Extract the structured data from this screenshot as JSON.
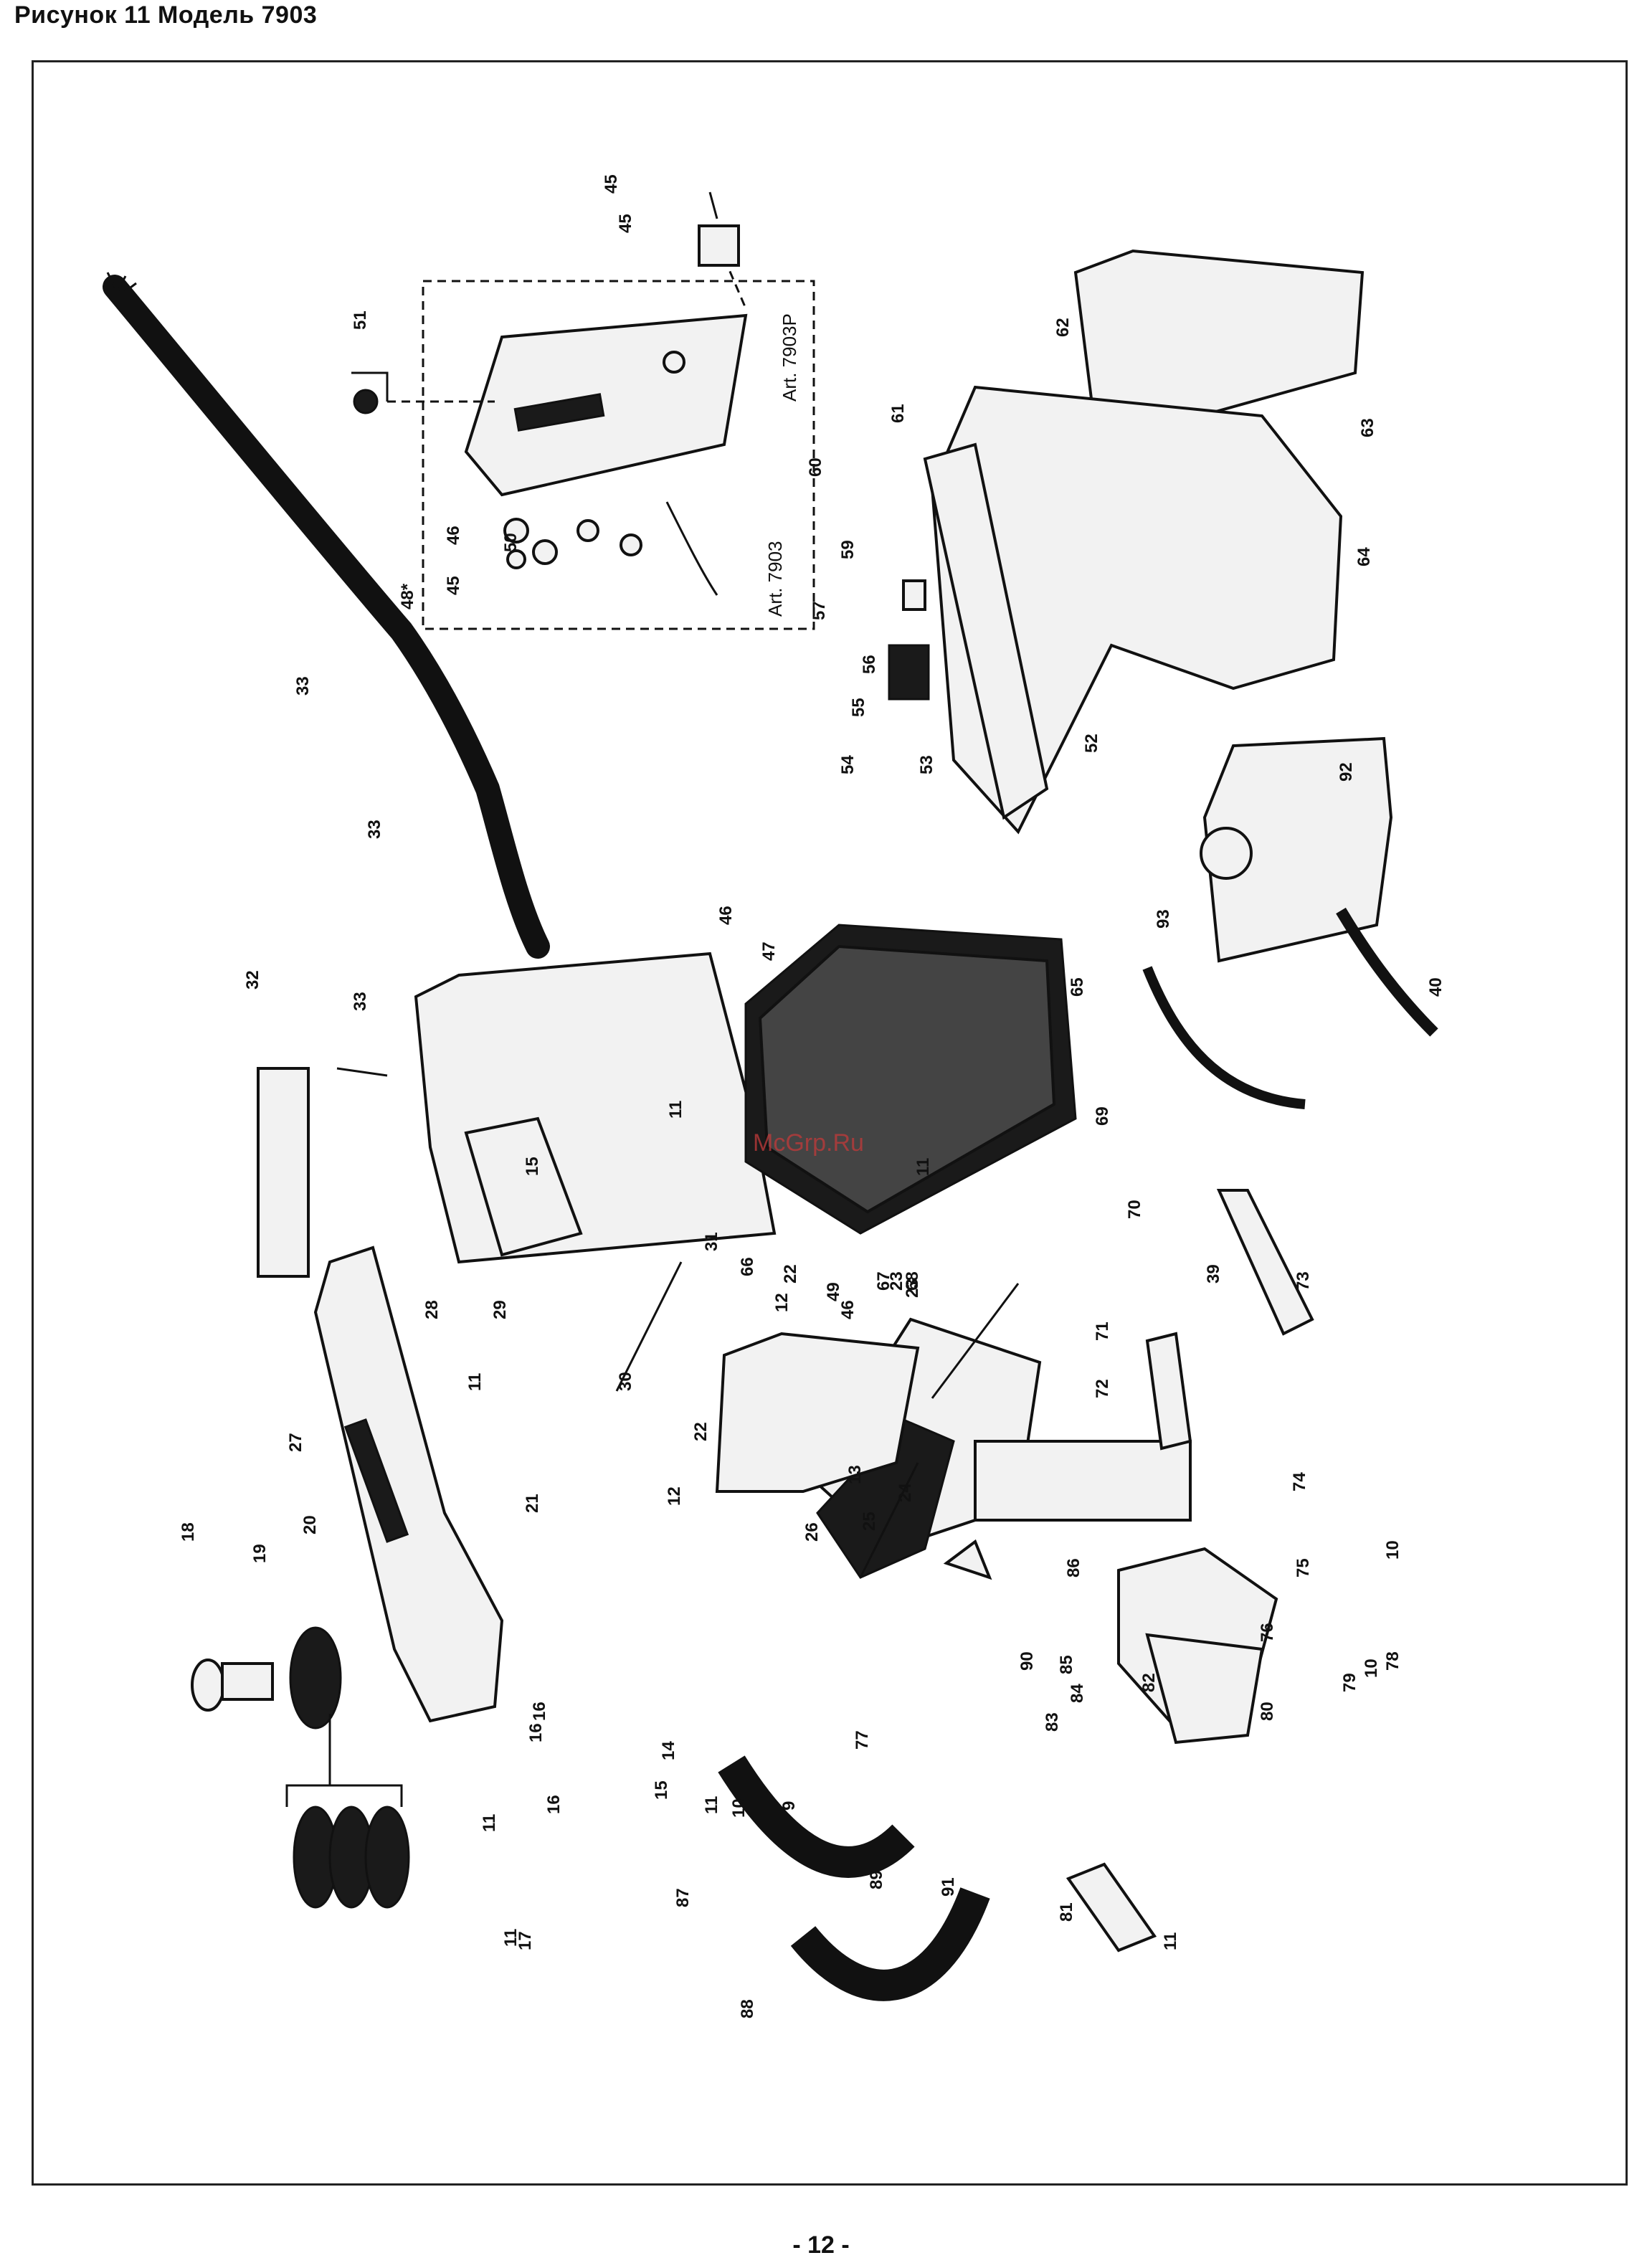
{
  "header": {
    "title": "Рисунок 11   Модель 7903"
  },
  "footer": {
    "page_number": "- 12 -"
  },
  "watermark": "McGrp.Ru",
  "inset": {
    "label_p": "Art. 7903P",
    "label_std": "Art. 7903",
    "group_label": "48*"
  },
  "callouts": [
    "9",
    "10",
    "10",
    "10",
    "11",
    "11",
    "11",
    "11",
    "11",
    "11",
    "11",
    "12",
    "12",
    "13",
    "14",
    "15",
    "15",
    "16",
    "16",
    "16",
    "17",
    "18",
    "19",
    "20",
    "21",
    "22",
    "22",
    "23",
    "23",
    "24",
    "25",
    "26",
    "27",
    "28",
    "29",
    "30",
    "31",
    "32",
    "33",
    "33",
    "33",
    "39",
    "40",
    "45",
    "45",
    "45",
    "46",
    "46",
    "46",
    "47",
    "49",
    "50",
    "51",
    "52",
    "53",
    "54",
    "55",
    "56",
    "57",
    "59",
    "60",
    "61",
    "62",
    "63",
    "64",
    "65",
    "66",
    "67",
    "68",
    "69",
    "70",
    "71",
    "72",
    "73",
    "74",
    "75",
    "76",
    "77",
    "78",
    "79",
    "80",
    "81",
    "82",
    "83",
    "84",
    "85",
    "86",
    "87",
    "88",
    "89",
    "90",
    "91",
    "92",
    "93"
  ]
}
